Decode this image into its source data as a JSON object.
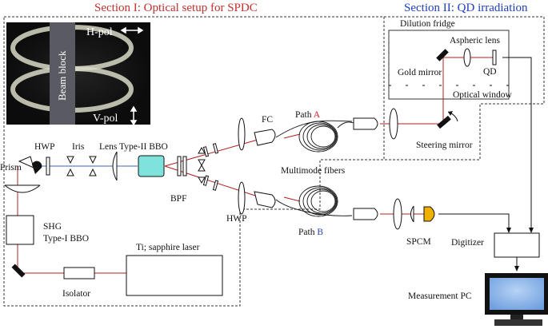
{
  "titles": {
    "section1": "Section I: Optical setup for SPDC",
    "section2": "Section II: QD irradiation"
  },
  "inset": {
    "h_pol": "H-pol",
    "v_pol": "V-pol",
    "beam_block": "Beam block"
  },
  "labels": {
    "hwp_left": "HWP",
    "iris": "Iris",
    "lens_bbo": "Lens Type-II BBO",
    "prism": "Prism",
    "fc": "FC",
    "path_a_prefix": "Path ",
    "path_a_letter": "A",
    "path_b_prefix": "Path ",
    "path_b_letter": "B",
    "multimode": "Multimode fibers",
    "bpf": "BPF",
    "hwp_bottom": "HWP",
    "shg_line1": "SHG",
    "shg_line2": "Type-I BBO",
    "ti_laser": "Ti; sapphire laser",
    "isolator": "Isolator",
    "spcm": "SPCM",
    "digitizer": "Digitizer",
    "measurement_pc": "Measurement PC",
    "dilution_fridge": "Dilution fridge",
    "aspheric_lens": "Aspheric lens",
    "gold_mirror": "Gold mirror",
    "qd": "QD",
    "optical_window": "Optical window",
    "steering_mirror": "Steering mirror"
  },
  "colors": {
    "pump_beam": "#b02020",
    "blue_beam": "#4060c0",
    "path_letter_a": "#d02020",
    "path_letter_b": "#1f3fb8",
    "bbo_crystal": "#7fe3dc",
    "spcm_detector": "#f0b000"
  }
}
